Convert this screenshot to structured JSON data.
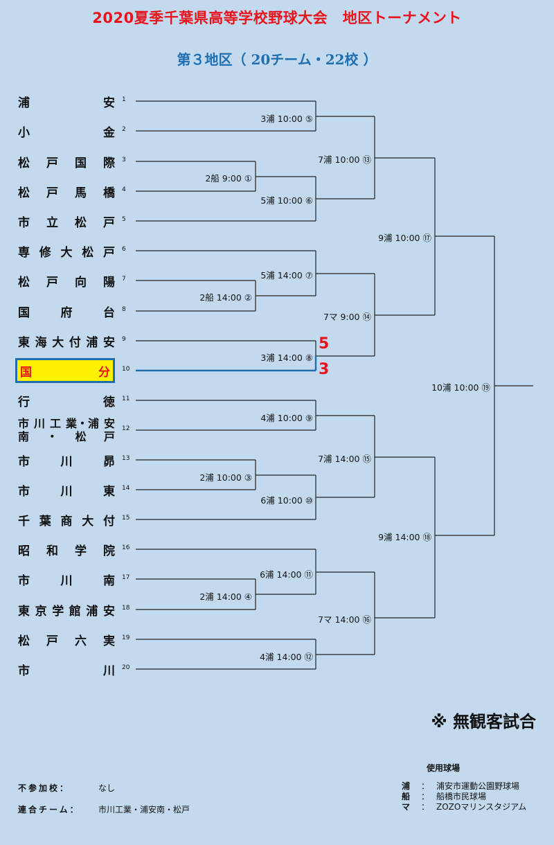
{
  "header": {
    "title": "2020夏季千葉県高等学校野球大会　地区トーナメント",
    "subtitle": "第３地区（ 20チーム・22校 ）"
  },
  "teams": [
    {
      "num": "1",
      "chars": [
        "浦",
        "安"
      ]
    },
    {
      "num": "2",
      "chars": [
        "小",
        "金"
      ]
    },
    {
      "num": "3",
      "chars": [
        "松",
        "戸",
        "国",
        "際"
      ]
    },
    {
      "num": "4",
      "chars": [
        "松",
        "戸",
        "馬",
        "橋"
      ]
    },
    {
      "num": "5",
      "chars": [
        "市",
        "立",
        "松",
        "戸"
      ]
    },
    {
      "num": "6",
      "chars": [
        "専",
        "修",
        "大",
        "松",
        "戸"
      ]
    },
    {
      "num": "7",
      "chars": [
        "松",
        "戸",
        "向",
        "陽"
      ]
    },
    {
      "num": "8",
      "chars": [
        "国",
        "府",
        "台"
      ]
    },
    {
      "num": "9",
      "chars": [
        "東",
        "海",
        "大",
        "付",
        "浦",
        "安"
      ]
    },
    {
      "num": "10",
      "chars": [
        "国",
        "分"
      ]
    },
    {
      "num": "11",
      "chars": [
        "行",
        "徳"
      ]
    },
    {
      "num": "12",
      "line1": [
        "市",
        "川",
        "工",
        "業・浦",
        "安"
      ],
      "line2": [
        "南",
        "・",
        "松",
        "戸"
      ]
    },
    {
      "num": "13",
      "chars": [
        "市",
        "川",
        "昴"
      ]
    },
    {
      "num": "14",
      "chars": [
        "市",
        "川",
        "東"
      ]
    },
    {
      "num": "15",
      "chars": [
        "千",
        "葉",
        "商",
        "大",
        "付"
      ]
    },
    {
      "num": "16",
      "chars": [
        "昭",
        "和",
        "学",
        "院"
      ]
    },
    {
      "num": "17",
      "chars": [
        "市",
        "川",
        "南"
      ]
    },
    {
      "num": "18",
      "chars": [
        "東",
        "京",
        "学",
        "館",
        "浦",
        "安"
      ]
    },
    {
      "num": "19",
      "chars": [
        "松",
        "戸",
        "六",
        "実"
      ]
    },
    {
      "num": "20",
      "chars": [
        "市",
        "川"
      ]
    }
  ],
  "matches": {
    "m1": "2船 9:00 ①",
    "m2": "2船 14:00 ②",
    "m3": "2浦 10:00 ③",
    "m4": "2浦 14:00 ④",
    "m5": "3浦 10:00 ⑤",
    "m6": "5浦 10:00 ⑥",
    "m7": "5浦 14:00 ⑦",
    "m8": "3浦 14:00 ⑧",
    "m9": "4浦 10:00 ⑨",
    "m10": "6浦 10:00 ⑩",
    "m11": "6浦 14:00 ⑪",
    "m12": "4浦 14:00 ⑫",
    "m13": "7浦 10:00 ⑬",
    "m14": "7マ 9:00 ⑭",
    "m15": "7浦 14:00 ⑮",
    "m16": "7マ 14:00 ⑯",
    "m17": "9浦 10:00 ⑰",
    "m18": "9浦 14:00 ⑱",
    "m19": "10浦 10:00 ⑲"
  },
  "scores": {
    "top": "5",
    "bottom": "3"
  },
  "notice": "※ 無観客試合",
  "footer": {
    "nonparticipating_label": "不参加校：",
    "nonparticipating_value": "なし",
    "combined_label": "連合チーム：",
    "combined_value": "市川工業・浦安南・松戸",
    "venues_title": "使用球場",
    "venues": [
      {
        "abbr": "浦",
        "sep": "：",
        "name": "浦安市運動公園野球場"
      },
      {
        "abbr": "船",
        "sep": "：",
        "name": "船橋市民球場"
      },
      {
        "abbr": "マ",
        "sep": "：",
        "name": "ZOZOマリンスタジアム"
      }
    ]
  },
  "colors": {
    "title": "#e8141b",
    "subtitle": "#1f6fb0",
    "highlight_line": "#1f6fb0",
    "highlight_bg": "#fff200",
    "score": "#e8141b",
    "background": "#c3d9ee"
  }
}
